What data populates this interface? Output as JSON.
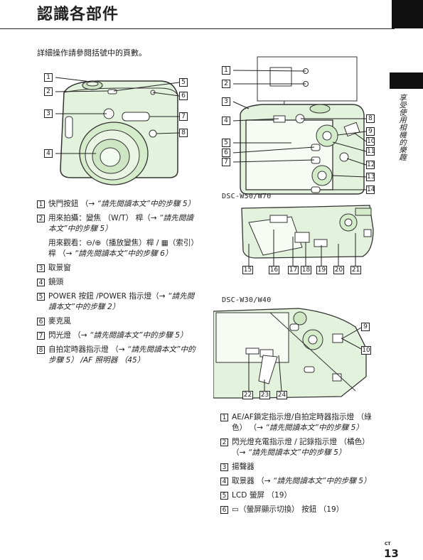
{
  "page": {
    "title": "認識各部件",
    "side_label": "享受使用相機的樂趣",
    "intro": "詳細操作請參閱括號中的頁數。",
    "page_code": "CT",
    "page_number": "13"
  },
  "figures": {
    "front": {
      "callouts": [
        "1",
        "2",
        "3",
        "4",
        "5",
        "6",
        "7",
        "8"
      ]
    },
    "back": {
      "callouts": [
        "1",
        "2",
        "3",
        "4",
        "5",
        "6",
        "7",
        "8",
        "9",
        "10",
        "11",
        "12",
        "13",
        "14"
      ]
    },
    "bottom_w50": {
      "model": "DSC-W50/W70",
      "callouts": [
        "15",
        "16",
        "17",
        "18",
        "19",
        "20",
        "21"
      ]
    },
    "bottom_w30": {
      "model": "DSC-W30/W40",
      "callouts": [
        "9",
        "10",
        "22",
        "23",
        "24"
      ]
    }
  },
  "legend_left": [
    {
      "num": "1",
      "text": "快門按鈕 （→ ",
      "italic": "“請先閱讀本文”中的步驟 5）"
    },
    {
      "num": "2",
      "text": "用來拍攝：變焦 （W/T） 桿（→ ",
      "italic": "“請先閱讀本文”中的步驟 5）"
    },
    {
      "num": "",
      "text": "用來觀看：⊖/⊕（播放變焦）桿 /  ▦（索引）桿 （→ ",
      "italic": "“請先閱讀本文”中的步驟 6）"
    },
    {
      "num": "3",
      "text": "取景窗",
      "italic": ""
    },
    {
      "num": "4",
      "text": "鏡頭",
      "italic": ""
    },
    {
      "num": "5",
      "text": "POWER 按鈕 /POWER 指示燈（→ ",
      "italic": "“請先閱讀本文”中的步驟 2）"
    },
    {
      "num": "6",
      "text": "麥克風",
      "italic": ""
    },
    {
      "num": "7",
      "text": "閃光燈 （→ ",
      "italic": "“請先閱讀本文”中的步驟 5）"
    },
    {
      "num": "8",
      "text": "自拍定時器指示燈 （→ ",
      "italic": "“請先閱讀本文”中的步驟 5） /AF 照明器 （45）"
    }
  ],
  "legend_right": [
    {
      "num": "1",
      "text": "AE/AF鎖定指示燈/自拍定時器指示燈 （綠色） （→ ",
      "italic": "“請先閱讀本文”中的步驟 5）"
    },
    {
      "num": "2",
      "text": "閃光燈充電指示燈 / 記錄指示燈 （橘色） （→ ",
      "italic": "“請先閱讀本文”中的步驟 5）"
    },
    {
      "num": "3",
      "text": "揚聲器",
      "italic": ""
    },
    {
      "num": "4",
      "text": "取景器 （→ ",
      "italic": "“請先閱讀本文”中的步驟 5）"
    },
    {
      "num": "5",
      "text": "LCD 螢屏 （19）",
      "italic": ""
    },
    {
      "num": "6",
      "text": "▭（螢屏顯示切換） 按鈕 （19）",
      "italic": ""
    }
  ]
}
